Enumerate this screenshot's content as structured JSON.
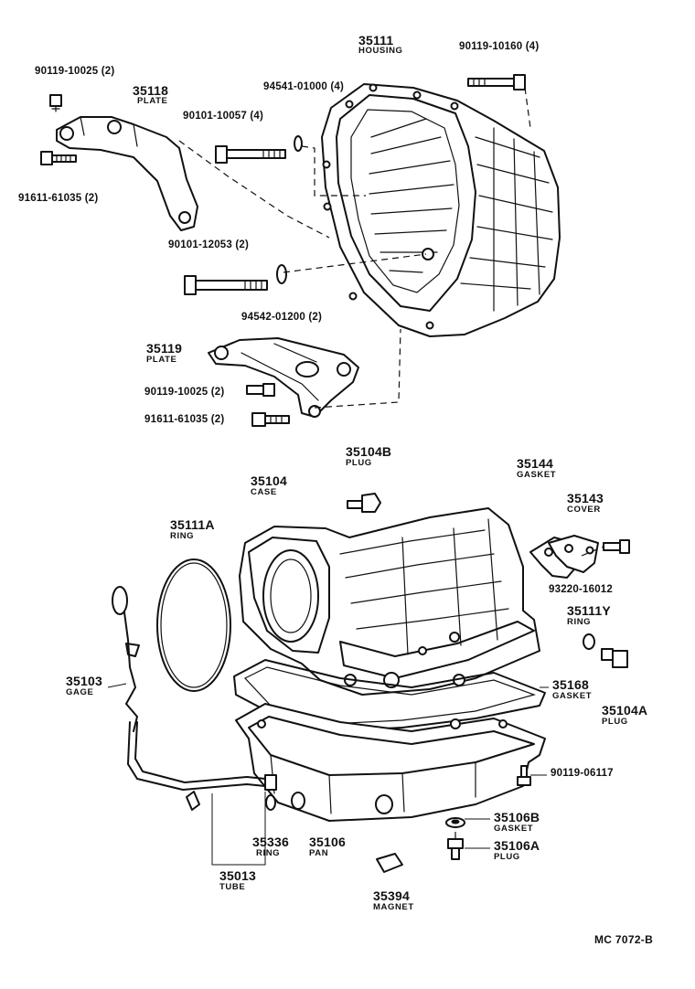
{
  "diagram_ref": "MC  7072-B",
  "labels": {
    "b_90119_10025_a": "90119-10025 (2)",
    "p_35118": "35118",
    "n_35118": "PLATE",
    "b_90101_10057": "90101-10057 (4)",
    "w_94541_01000": "94541-01000 (4)",
    "p_35111": "35111",
    "n_35111": "HOUSING",
    "b_90119_10160": "90119-10160 (4)",
    "b_91611_61035_a": "91611-61035 (2)",
    "b_90101_12053": "90101-12053 (2)",
    "w_94542_01200": "94542-01200 (2)",
    "p_35119": "35119",
    "n_35119": "PLATE",
    "b_90119_10025_b": "90119-10025 (2)",
    "b_91611_61035_b": "91611-61035 (2)",
    "p_35104B": "35104B",
    "n_35104B": "PLUG",
    "p_35144": "35144",
    "n_35144": "GASKET",
    "p_35143": "35143",
    "n_35143": "COVER",
    "b_93220_16012": "93220-16012",
    "p_35104": "35104",
    "n_35104": "CASE",
    "p_35111A": "35111A",
    "n_35111A": "RING",
    "p_35111Y": "35111Y",
    "n_35111Y": "RING",
    "p_35103": "35103",
    "n_35103": "GAGE",
    "p_35168": "35168",
    "n_35168": "GASKET",
    "p_35104A": "35104A",
    "n_35104A": "PLUG",
    "b_90119_06117": "90119-06117",
    "p_35336": "35336",
    "n_35336": "RING",
    "p_35106": "35106",
    "n_35106": "PAN",
    "p_35106B": "35106B",
    "n_35106B": "GASKET",
    "p_35106A": "35106A",
    "n_35106A": "PLUG",
    "p_35013": "35013",
    "n_35013": "TUBE",
    "p_35394": "35394",
    "n_35394": "MAGNET"
  }
}
